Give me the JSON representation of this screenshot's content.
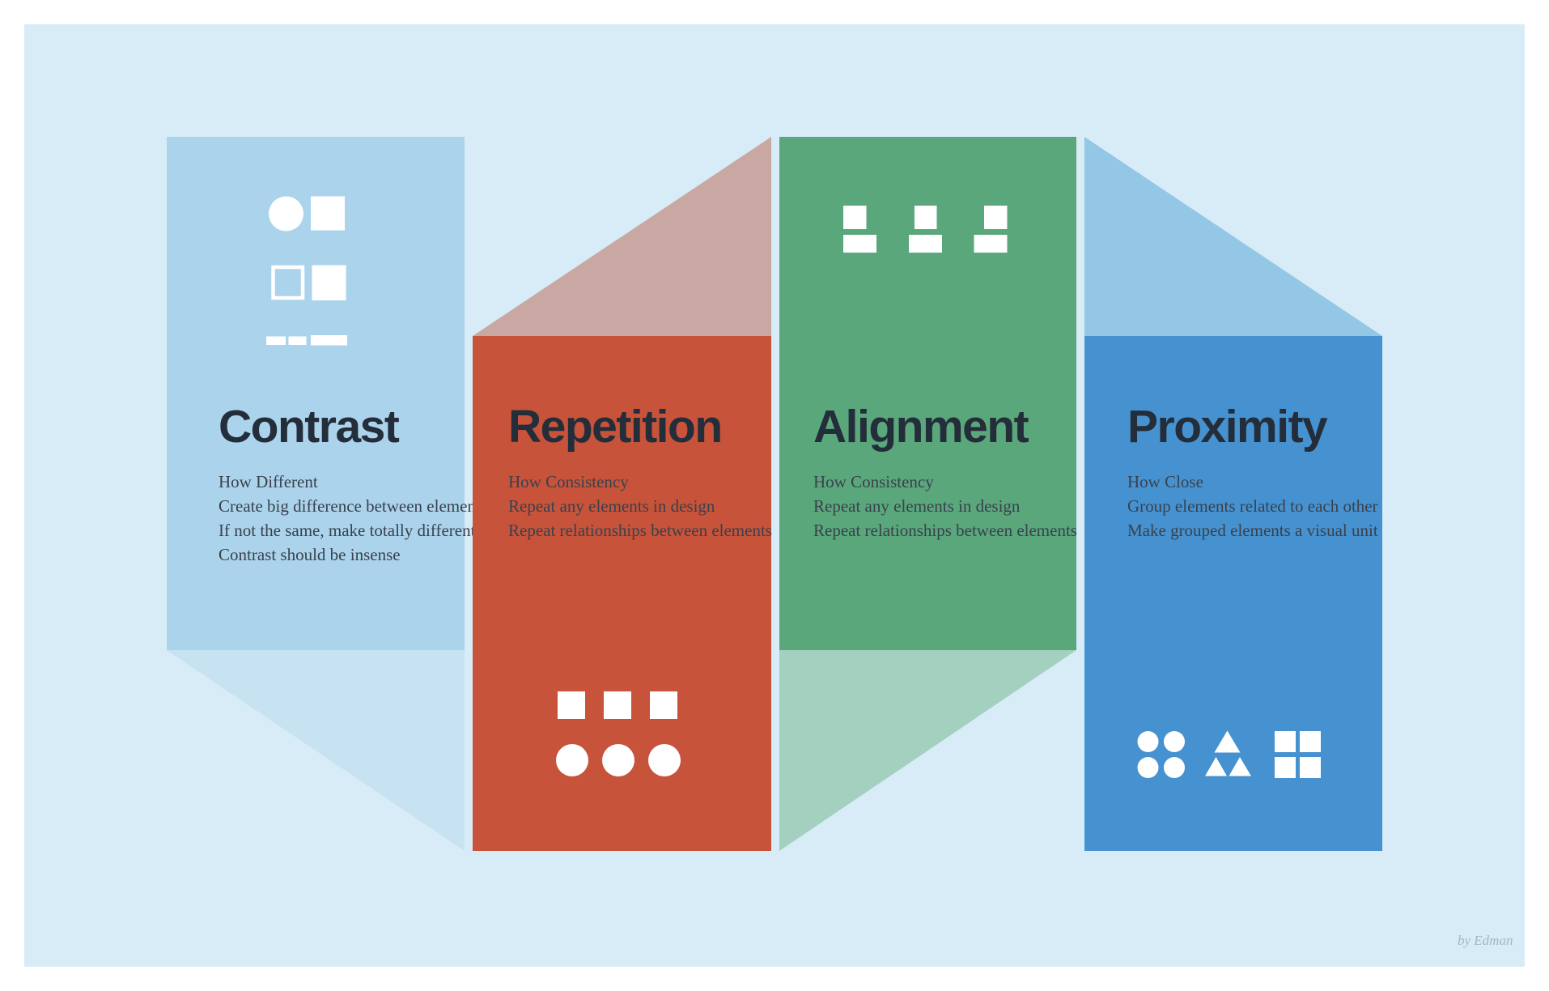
{
  "page": {
    "background": "#ffffff",
    "canvas_color": "#d7ecf7",
    "icon_color": "#ffffff",
    "title_color": "#242d3a",
    "body_color": "#39414d",
    "credit": "by Edman",
    "credit_color": "#a6b4c0"
  },
  "panels": [
    {
      "id": "contrast",
      "title": "Contrast",
      "color": "#abd4ec",
      "accent_color": "#c7e2f0",
      "icon": "contrast-shapes-icon",
      "lines": [
        "How Different",
        "Create big difference between elements",
        "If not the same, make totally different",
        "Contrast should be insense"
      ]
    },
    {
      "id": "repetition",
      "title": "Repetition",
      "color": "#c7533a",
      "accent_color": "#c9a8a3",
      "icon": "repetition-shapes-icon",
      "lines": [
        "How Consistency",
        "Repeat any elements in design",
        "Repeat relationships between elements"
      ]
    },
    {
      "id": "alignment",
      "title": "Alignment",
      "color": "#5aa77c",
      "accent_color": "#a4d0c0",
      "icon": "alignment-shapes-icon",
      "lines": [
        "How Consistency",
        "Repeat any elements in design",
        "Repeat relationships between elements"
      ]
    },
    {
      "id": "proximity",
      "title": "Proximity",
      "color": "#4692d0",
      "accent_color": "#94c6e6",
      "icon": "proximity-shapes-icon",
      "lines": [
        "How Close",
        "Group elements related to each other",
        "Make grouped elements a visual unit"
      ]
    }
  ]
}
